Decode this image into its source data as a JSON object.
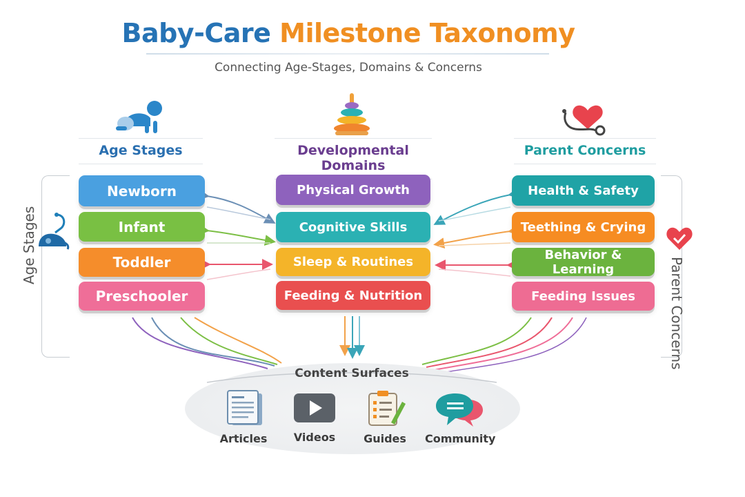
{
  "title": {
    "part1": "Baby-Care",
    "part2": "Milestone Taxonomy"
  },
  "subtitle": "Connecting Age-Stages, Domains & Concerns",
  "columns": {
    "age": {
      "heading": "Age Stages",
      "color": "#2a6fb0",
      "icon": "crawling-baby-icon",
      "items": [
        {
          "label": "Newborn",
          "color": "#4aa0e0"
        },
        {
          "label": "Infant",
          "color": "#79c043"
        },
        {
          "label": "Toddler",
          "color": "#f58d2b"
        },
        {
          "label": "Preschooler",
          "color": "#ef6e98"
        }
      ]
    },
    "domains": {
      "heading": "Developmental Domains",
      "color": "#6a3d8f",
      "icon": "stacking-rings-icon",
      "items": [
        {
          "label": "Physical Growth",
          "color": "#8e62bd"
        },
        {
          "label": "Cognitive Skills",
          "color": "#2bb1b3"
        },
        {
          "label": "Sleep & Routines",
          "color": "#f4b429"
        },
        {
          "label": "Feeding & Nutrition",
          "color": "#e94f4f"
        }
      ]
    },
    "concerns": {
      "heading": "Parent Concerns",
      "color": "#1f9da0",
      "icon": "heart-stethoscope-icon",
      "items": [
        {
          "label": "Health & Safety",
          "color": "#1fa3a6"
        },
        {
          "label": "Teething & Crying",
          "color": "#f68c22"
        },
        {
          "label": "Behavior & Learning",
          "color": "#6bb33e"
        },
        {
          "label": "Feeding Issues",
          "color": "#ee6c93"
        }
      ]
    }
  },
  "side_labels": {
    "left": "Age Stages",
    "right": "Parent Concerns"
  },
  "content_surfaces": {
    "title": "Content Surfaces",
    "items": [
      {
        "label": "Articles",
        "icon": "article-icon"
      },
      {
        "label": "Videos",
        "icon": "video-play-icon"
      },
      {
        "label": "Guides",
        "icon": "checklist-icon"
      },
      {
        "label": "Community",
        "icon": "chat-bubbles-icon"
      }
    ]
  }
}
